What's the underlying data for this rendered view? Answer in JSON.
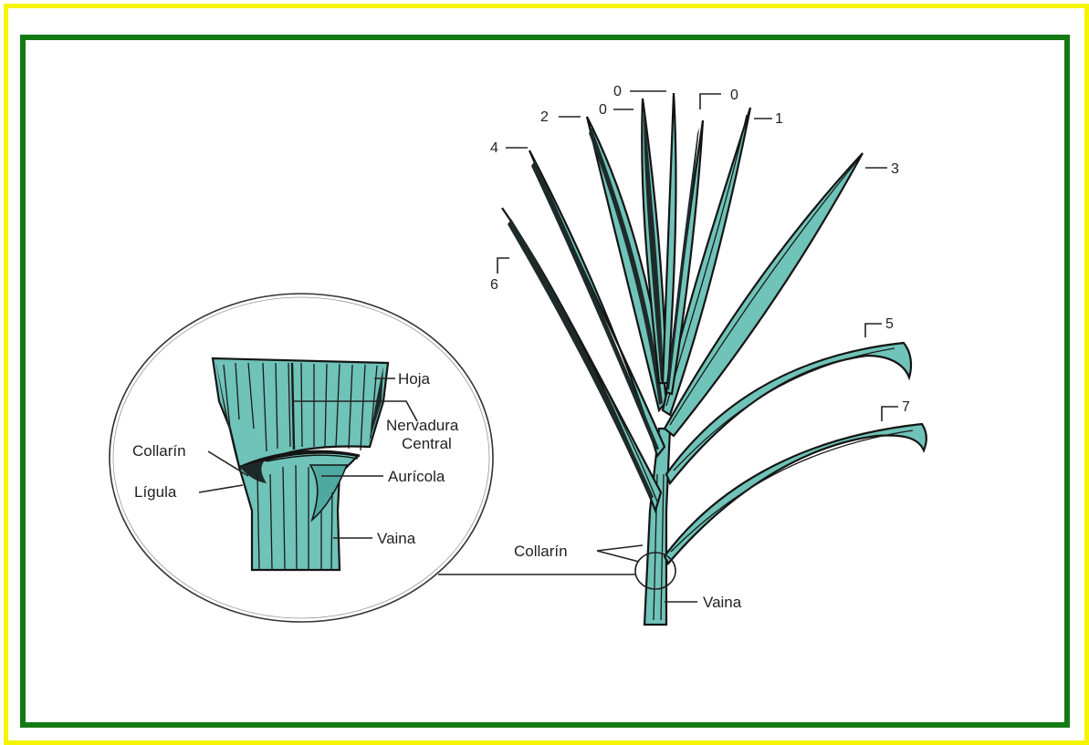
{
  "colors": {
    "outer_border": "#f5f500",
    "inner_border": "#137a13",
    "leaf_fill": "#6fc3b8",
    "ink": "#141414"
  },
  "inset_labels": {
    "hoja": "Hoja",
    "nervadura_line1": "Nervadura",
    "nervadura_line2": "Central",
    "collarin": "Collarín",
    "ligula": "Lígula",
    "auricola": "Aurícola",
    "vaina": "Vaina"
  },
  "plant_labels": {
    "collarin": "Collarín",
    "vaina": "Vaina"
  },
  "leaf_numbers": {
    "top_0": "0",
    "inner_0": "0",
    "right_0": "0",
    "n1": "1",
    "n2": "2",
    "n3": "3",
    "n4": "4",
    "n5": "5",
    "n6": "6",
    "n7": "7"
  }
}
